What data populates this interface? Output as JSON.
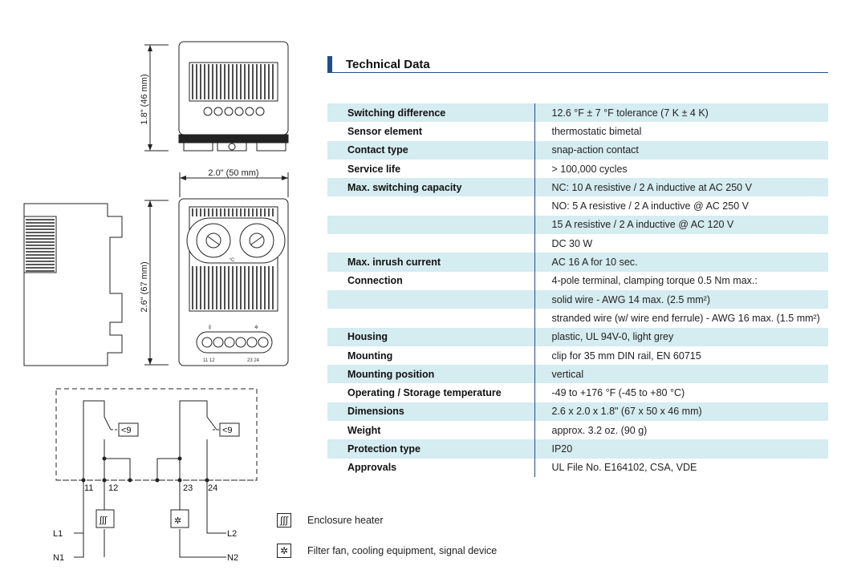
{
  "drawing": {
    "dim_height_top": "1.8\" (46 mm)",
    "dim_width": "2.0\" (50 mm)",
    "dim_height_front": "2.6\" (67 mm)",
    "dial_unit": "°C",
    "terminals_left": "11  12",
    "terminals_right": "23  24"
  },
  "wiring": {
    "terminals": [
      "11",
      "12",
      "23",
      "24"
    ],
    "lines": [
      "L1",
      "N1",
      "L2",
      "N2"
    ],
    "setpoint_label": "<9",
    "heater_symbol": "∫∫∫",
    "fan_symbol": "✲"
  },
  "section": {
    "title": "Technical Data"
  },
  "rows": [
    {
      "key": "Switching difference",
      "value": "12.6 °F ± 7 °F tolerance (7 K ± 4 K)",
      "shaded": true
    },
    {
      "key": "Sensor element",
      "value": "thermostatic bimetal",
      "shaded": false
    },
    {
      "key": "Contact type",
      "value": "snap-action contact",
      "shaded": true
    },
    {
      "key": "Service life",
      "value": "> 100,000 cycles",
      "shaded": false
    },
    {
      "key": "Max. switching capacity",
      "value": "NC: 10 A resistive / 2 A inductive at AC 250 V",
      "shaded": true
    },
    {
      "key": "",
      "value": "NO: 5 A resistive / 2 A inductive @ AC 250 V",
      "shaded": false
    },
    {
      "key": "",
      "value": "15 A resistive / 2 A inductive @ AC 120 V",
      "shaded": true
    },
    {
      "key": "",
      "value": "DC 30 W",
      "shaded": false
    },
    {
      "key": "Max. inrush current",
      "value": "AC 16 A for 10 sec.",
      "shaded": true
    },
    {
      "key": "Connection",
      "value": "4-pole terminal, clamping torque 0.5 Nm max.:",
      "shaded": false
    },
    {
      "key": "",
      "value": "solid wire - AWG 14 max. (2.5 mm²)",
      "shaded": true
    },
    {
      "key": "",
      "value": "stranded wire (w/ wire end ferrule) - AWG 16 max. (1.5 mm²)",
      "shaded": false
    },
    {
      "key": "Housing",
      "value": "plastic, UL 94V-0, light grey",
      "shaded": true
    },
    {
      "key": "Mounting",
      "value": "clip for 35 mm DIN rail, EN 60715",
      "shaded": false
    },
    {
      "key": "Mounting position",
      "value": "vertical",
      "shaded": true
    },
    {
      "key": "Operating / Storage temperature",
      "value": "-49 to +176 °F (-45 to +80 °C)",
      "shaded": false
    },
    {
      "key": "Dimensions",
      "value": "2.6 x 2.0 x 1.8\" (67 x 50 x 46 mm)",
      "shaded": true
    },
    {
      "key": "Weight",
      "value": "approx. 3.2 oz. (90 g)",
      "shaded": false
    },
    {
      "key": "Protection type",
      "value": "IP20",
      "shaded": true
    },
    {
      "key": "Approvals",
      "value": "UL File No. E164102, CSA, VDE",
      "shaded": false
    }
  ],
  "legend": [
    {
      "icon": "∫∫∫",
      "label": "Enclosure heater",
      "icon_name": "heater-icon"
    },
    {
      "icon": "✲",
      "label": "Filter fan, cooling equipment, signal device",
      "icon_name": "fan-icon"
    }
  ]
}
